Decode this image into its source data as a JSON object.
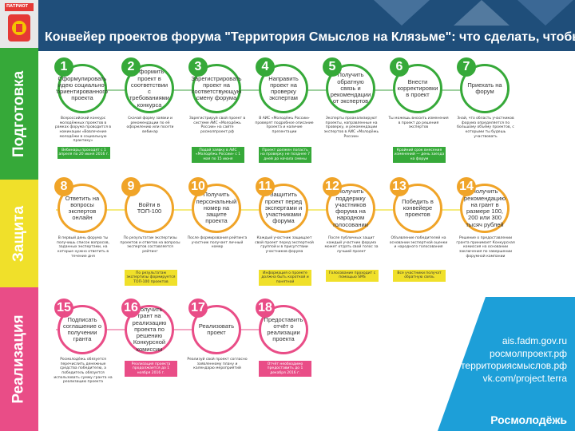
{
  "header": {
    "title": "Конвейер проектов форума \"Территория Смыслов на Клязьме\": что сделать, чтобы победить?",
    "logo_text": "ПАТРИОТ"
  },
  "sidebar": {
    "sections": [
      "Подготовка",
      "Защита",
      "Реализация"
    ]
  },
  "steps": [
    {
      "n": "1",
      "title": "Сформулировать идею социально-ориентированного проекта",
      "desc": "Всероссийский конкурс молодёжных проектов в рамках форума проводится в номинации «Вовлечение молодёжи в социальную практику»",
      "note": "Вебинары проходят с 1 апреля по 20 июня 2016 г."
    },
    {
      "n": "2",
      "title": "Оформить проект в соответствии с требованиями конкурса",
      "desc": "Скачай форму заявки и рекомендации по её оформлению или посети вебинар",
      "note": ""
    },
    {
      "n": "3",
      "title": "Зарегистрировать проект на соответствующую смену форума",
      "desc": "Зарегистрируй свой проект в системе АИС «Молодёжь России» на сайте росмолпроект.рф",
      "note": "Подай заявку в АИС «Молодёжь России» с 1 мая по 15 июня"
    },
    {
      "n": "4",
      "title": "Направить проект на проверку экспертам",
      "desc": "В АИС «Молодёжь России» проверят подробное описание проекта и наличие презентации",
      "note": "Проект должен попасть на проверку не позднее 7 дней до начала смены"
    },
    {
      "n": "5",
      "title": "Получить обратную связь и рекомендации от экспертов",
      "desc": "Эксперты проанализируют проекты, направленные на проверку, и рекомендации экспертов в АИС «Молодёжь России»",
      "note": ""
    },
    {
      "n": "6",
      "title": "Внести корректировки в проект",
      "desc": "Ты можешь вносить изменения в проект до решения экспертов",
      "note": "Крайний срок внесения изменений — день заезда на форум"
    },
    {
      "n": "7",
      "title": "Приехать на форум",
      "desc": "Знай, что область участников форума определяется по большому объёму проектов, с которыми ты будешь участвовать",
      "note": ""
    },
    {
      "n": "8",
      "title": "Ответить на вопросы экспертов онлайн",
      "desc": "В первый день форума ты получишь список вопросов, заданных экспертами, на которые нужно ответить в течение дня",
      "note": ""
    },
    {
      "n": "9",
      "title": "Войти в ТОП-100",
      "desc": "По результатам экспертизы проектов и ответов на вопросы экспертов составляется рейтинг",
      "note": "По результатам экспертизы формируется ТОП-100 проектов"
    },
    {
      "n": "10",
      "title": "Получить персональный номер на защите проекта",
      "desc": "После формирования рейтинга участник получает личный номер",
      "note": ""
    },
    {
      "n": "11",
      "title": "Защитить проект перед экспертами и участниками форума",
      "desc": "Каждый участник защищает свой проект перед экспертной группой и в присутствии участников форума",
      "note": "Информация о проекте должна быть короткой и понятной"
    },
    {
      "n": "12",
      "title": "Получить поддержку участников форума на народном голосовании",
      "desc": "После публичных защит каждый участник форума может отдать свой голос за лучший проект",
      "note": "Голосование проходит с помощью SMS"
    },
    {
      "n": "13",
      "title": "Победить в конвейере проектов",
      "desc": "Объявление победителей на основании экспертной оценки и народного голосования",
      "note": "Все участники получат обратную связь"
    },
    {
      "n": "14",
      "title": "Получить рекомендацию на грант в размере 100, 200 или 300 тысяч рублей",
      "desc": "Решение о предоставлении гранта принимает Конкурсная комиссия на основании заключения по завершении форумной кампании",
      "note": ""
    },
    {
      "n": "15",
      "title": "Подписать соглашение о получении гранта",
      "desc": "Росмолодёжь обязуется перечислить денежные средства победителю, а победитель обязуется использовать сумму гранта на реализацию проекта",
      "note": ""
    },
    {
      "n": "16",
      "title": "Получить грант на реализацию проекта по решению Конкурсной комиссии",
      "desc": "",
      "note": "Реализация проекта продолжается до 1 ноября 2016 г."
    },
    {
      "n": "17",
      "title": "Реализовать проект",
      "desc": "Реализуй свой проект согласно заявленному плану и календарю мероприятий",
      "note": ""
    },
    {
      "n": "18",
      "title": "Предоставить отчёт о реализации проекта",
      "desc": "",
      "note": "Отчёт необходимо предоставить до 1 декабря 2016 г."
    }
  ],
  "contacts": {
    "links": [
      "ais.fadm.gov.ru",
      "росмолпроект.рф",
      "территориясмыслов.рф",
      "vk.com/project.terra"
    ],
    "brand": "Росмолодёжь"
  }
}
